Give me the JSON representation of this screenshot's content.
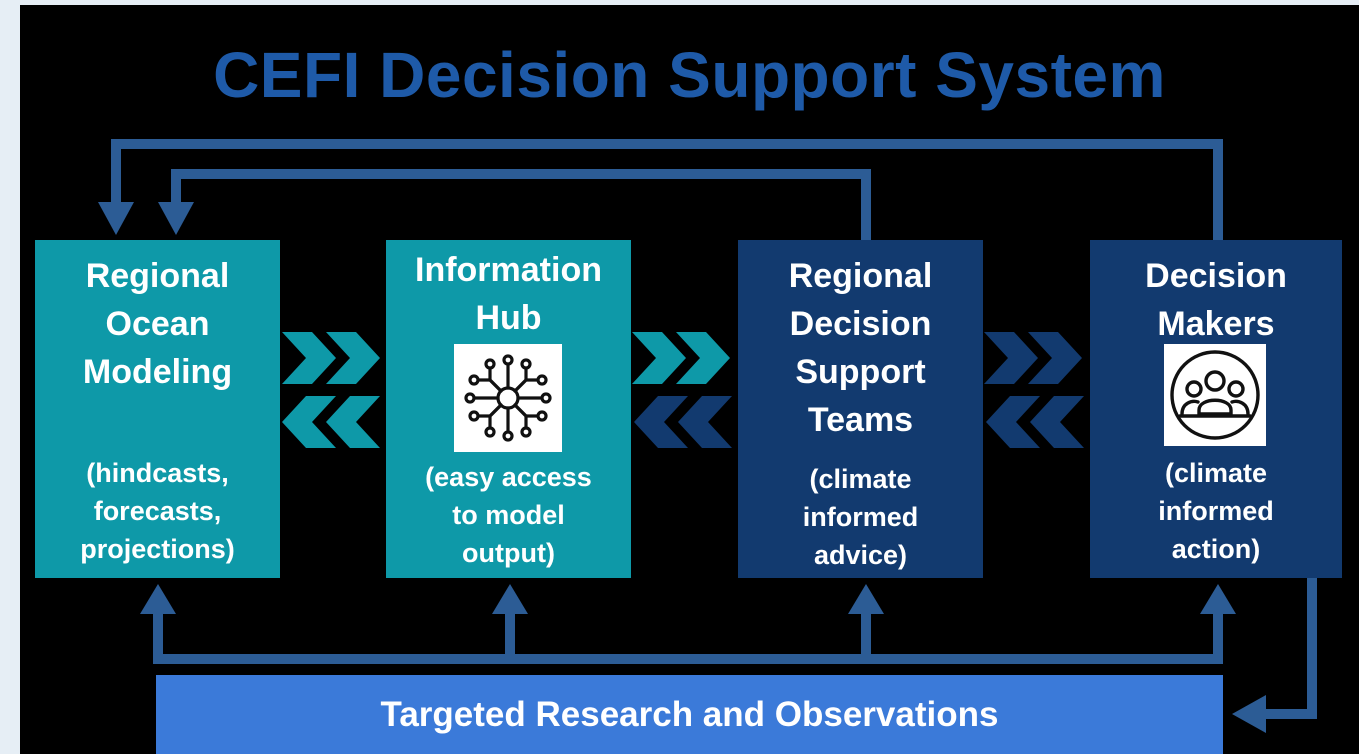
{
  "title": "CEFI Decision Support System",
  "colors": {
    "title": "#1e5aa8",
    "teal_box": "#0e99a8",
    "navy_box": "#123a6f",
    "connector_blue": "#2c5c95",
    "research_bar": "#3b7ad9",
    "chevron_teal": "#0e99a8",
    "chevron_navy": "#123a6f"
  },
  "boxes": [
    {
      "name_lines": [
        "Regional",
        "Ocean",
        "Modeling"
      ],
      "desc_lines": [
        "(hindcasts,",
        "forecasts,",
        "projections)"
      ]
    },
    {
      "name_lines": [
        "Information",
        "Hub"
      ],
      "icon": "network-hub-icon",
      "desc_lines": [
        "(easy access",
        "to model",
        "output)"
      ]
    },
    {
      "name_lines": [
        "Regional",
        "Decision",
        "Support",
        "Teams"
      ],
      "desc_lines": [
        "(climate",
        "informed",
        "advice)"
      ]
    },
    {
      "name_lines": [
        "Decision",
        "Makers"
      ],
      "icon": "people-group-icon",
      "desc_lines": [
        "(climate",
        "informed",
        "action)"
      ]
    }
  ],
  "bottom_bar": {
    "label": "Targeted Research and Observations"
  }
}
